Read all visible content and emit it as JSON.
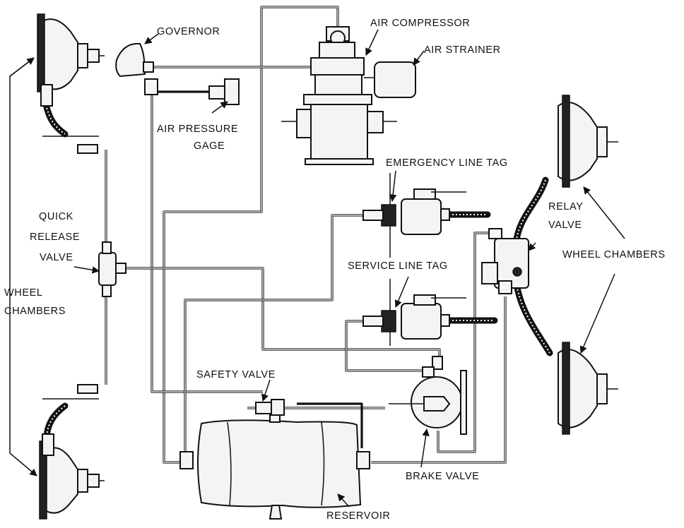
{
  "labels": {
    "governor": "GOVERNOR",
    "air_compressor": "AIR COMPRESSOR",
    "air_strainer": "AIR STRAINER",
    "air_pressure_gage_line1": "AIR PRESSURE",
    "air_pressure_gage_line2": "GAGE",
    "quick_release_valve_line1": "QUICK",
    "quick_release_valve_line2": "RELEASE",
    "quick_release_valve_line3": "VALVE",
    "wheel_chambers_left_line1": "WHEEL",
    "wheel_chambers_left_line2": "CHAMBERS",
    "emergency_line_tag": "EMERGENCY LINE TAG",
    "service_line_tag": "SERVICE LINE TAG",
    "relay_valve_line1": "RELAY",
    "relay_valve_line2": "VALVE",
    "wheel_chambers_right": "WHEEL CHAMBERS",
    "safety_valve": "SAFETY VALVE",
    "brake_valve": "BRAKE VALVE",
    "reservoir": "RESERVOIR"
  }
}
